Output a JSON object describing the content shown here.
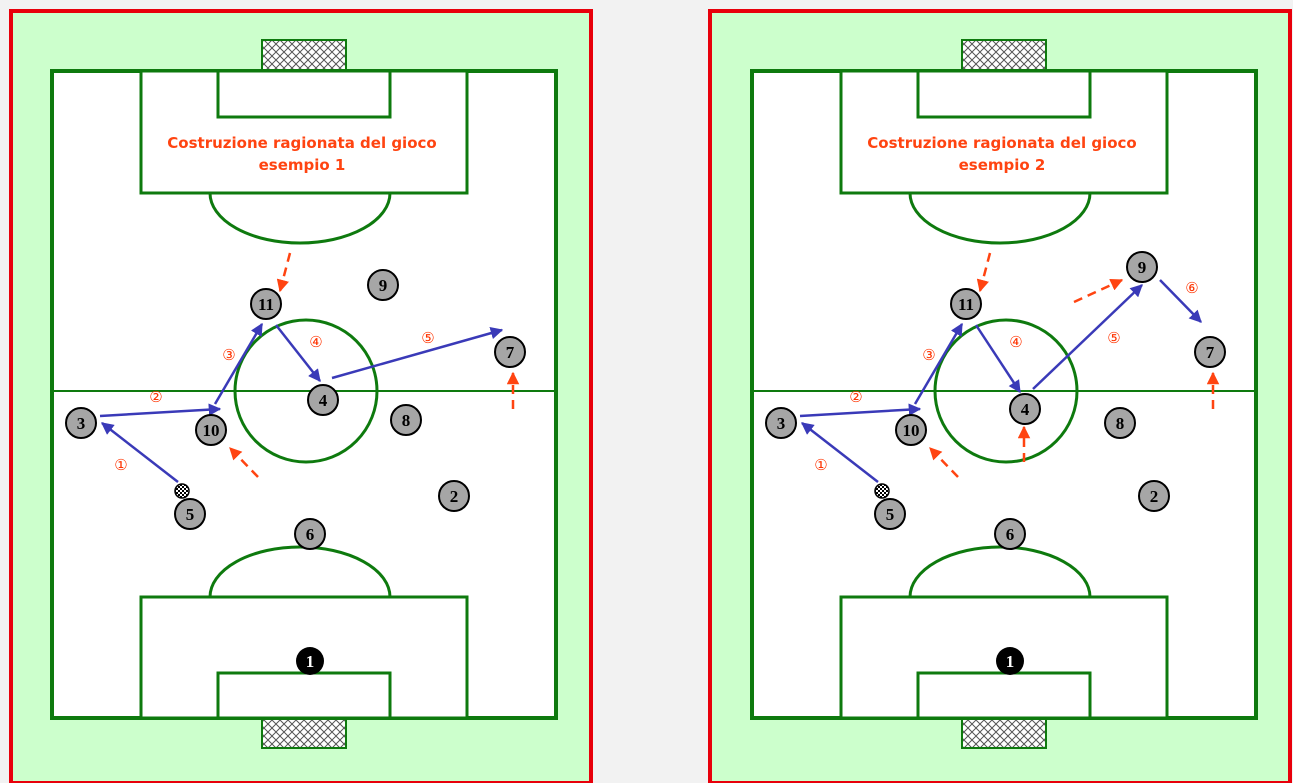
{
  "colors": {
    "frame": "#e8000b",
    "background_panel": "#ccffcc",
    "field": "#ffffff",
    "lines": "#0e7a0e",
    "player_fill": "#a6a6a6",
    "goalkeeper_fill": "#000000",
    "pass_arrow": "#3a3ab8",
    "run_arrow": "#ff4411",
    "step_color": "#ff3300",
    "title_color": "#ff4411"
  },
  "panels": [
    {
      "title_line1": "Costruzione ragionata del gioco",
      "title_line2": "esempio 1",
      "goalkeeper": "1",
      "players": [
        {
          "num": "11",
          "icon": "player-token"
        },
        {
          "num": "9",
          "icon": "player-token"
        },
        {
          "num": "7",
          "icon": "player-token"
        },
        {
          "num": "4",
          "icon": "player-token"
        },
        {
          "num": "3",
          "icon": "player-token"
        },
        {
          "num": "10",
          "icon": "player-token"
        },
        {
          "num": "8",
          "icon": "player-token"
        },
        {
          "num": "2",
          "icon": "player-token"
        },
        {
          "num": "5",
          "icon": "player-token"
        },
        {
          "num": "6",
          "icon": "player-token"
        }
      ],
      "steps": [
        "①",
        "②",
        "③",
        "④",
        "⑤"
      ],
      "ball_holder": "5"
    },
    {
      "title_line1": "Costruzione ragionata del gioco",
      "title_line2": "esempio 2",
      "goalkeeper": "1",
      "players": [
        {
          "num": "11",
          "icon": "player-token"
        },
        {
          "num": "9",
          "icon": "player-token"
        },
        {
          "num": "7",
          "icon": "player-token"
        },
        {
          "num": "4",
          "icon": "player-token"
        },
        {
          "num": "3",
          "icon": "player-token"
        },
        {
          "num": "10",
          "icon": "player-token"
        },
        {
          "num": "8",
          "icon": "player-token"
        },
        {
          "num": "2",
          "icon": "player-token"
        },
        {
          "num": "5",
          "icon": "player-token"
        },
        {
          "num": "6",
          "icon": "player-token"
        }
      ],
      "steps": [
        "①",
        "②",
        "③",
        "④",
        "⑤",
        "⑥"
      ],
      "ball_holder": "5"
    }
  ]
}
